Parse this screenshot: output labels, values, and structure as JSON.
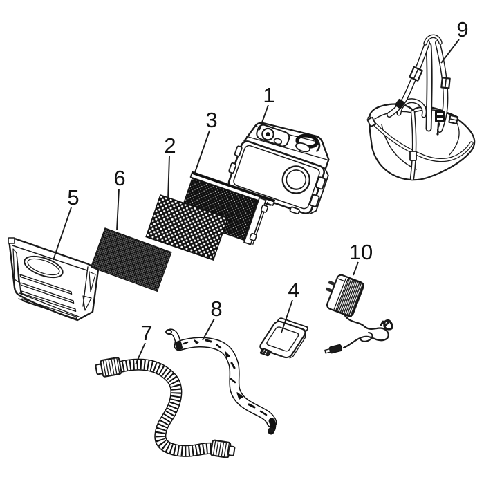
{
  "figure": {
    "kind": "exploded-parts-diagram",
    "background_color": "#ffffff",
    "line_color": "#1a1a1a"
  },
  "callouts": [
    {
      "label": "1",
      "part": "blower-unit"
    },
    {
      "label": "2",
      "part": "perforated-filter-panel"
    },
    {
      "label": "3",
      "part": "filter-cartridge"
    },
    {
      "label": "4",
      "part": "battery-pack"
    },
    {
      "label": "5",
      "part": "front-cover-grille"
    },
    {
      "label": "6",
      "part": "pre-filter-pad"
    },
    {
      "label": "7",
      "part": "corrugated-breathing-hose"
    },
    {
      "label": "8",
      "part": "hose-with-fabric-cover"
    },
    {
      "label": "9",
      "part": "harness-with-waist-bag"
    },
    {
      "label": "10",
      "part": "battery-charger"
    }
  ]
}
